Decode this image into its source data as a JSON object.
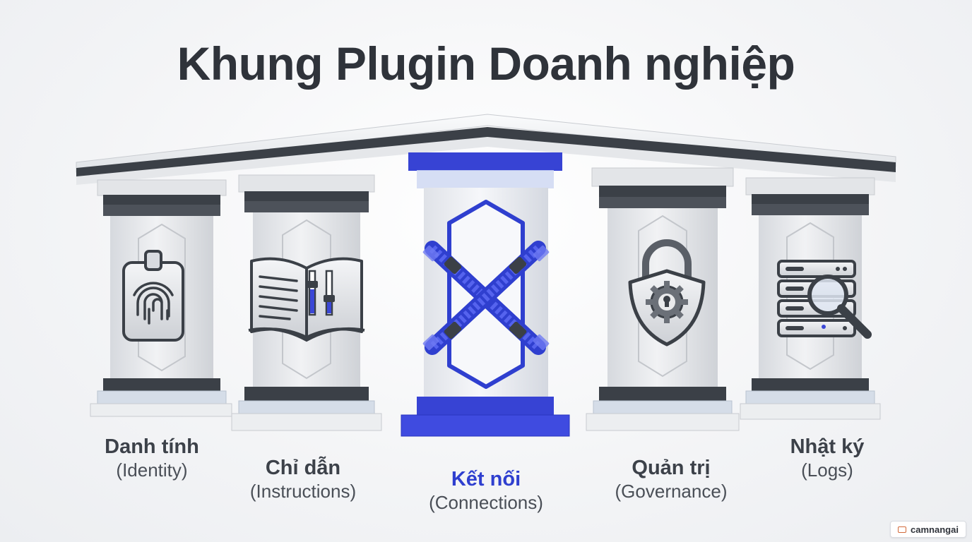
{
  "title": "Khung Plugin Doanh nghiệp",
  "pillars": [
    {
      "name": "Danh tính",
      "sub": "(Identity)",
      "icon": "fingerprint-badge-icon",
      "active": false
    },
    {
      "name": "Chỉ dẫn",
      "sub": "(Instructions)",
      "icon": "book-sliders-icon",
      "active": false
    },
    {
      "name": "Kết nối",
      "sub": "(Connections)",
      "icon": "crossed-cables-icon",
      "active": true
    },
    {
      "name": "Quản trị",
      "sub": "(Governance)",
      "icon": "padlock-shield-gear-icon",
      "active": false
    },
    {
      "name": "Nhật ký",
      "sub": "(Logs)",
      "icon": "server-magnifier-icon",
      "active": false
    }
  ],
  "badge": {
    "text": "camnangai"
  },
  "colors": {
    "accent": "#2f3fcf",
    "title": "#2f333a",
    "pillar": "#e7e9ec",
    "dark_band": "#3b4047"
  }
}
